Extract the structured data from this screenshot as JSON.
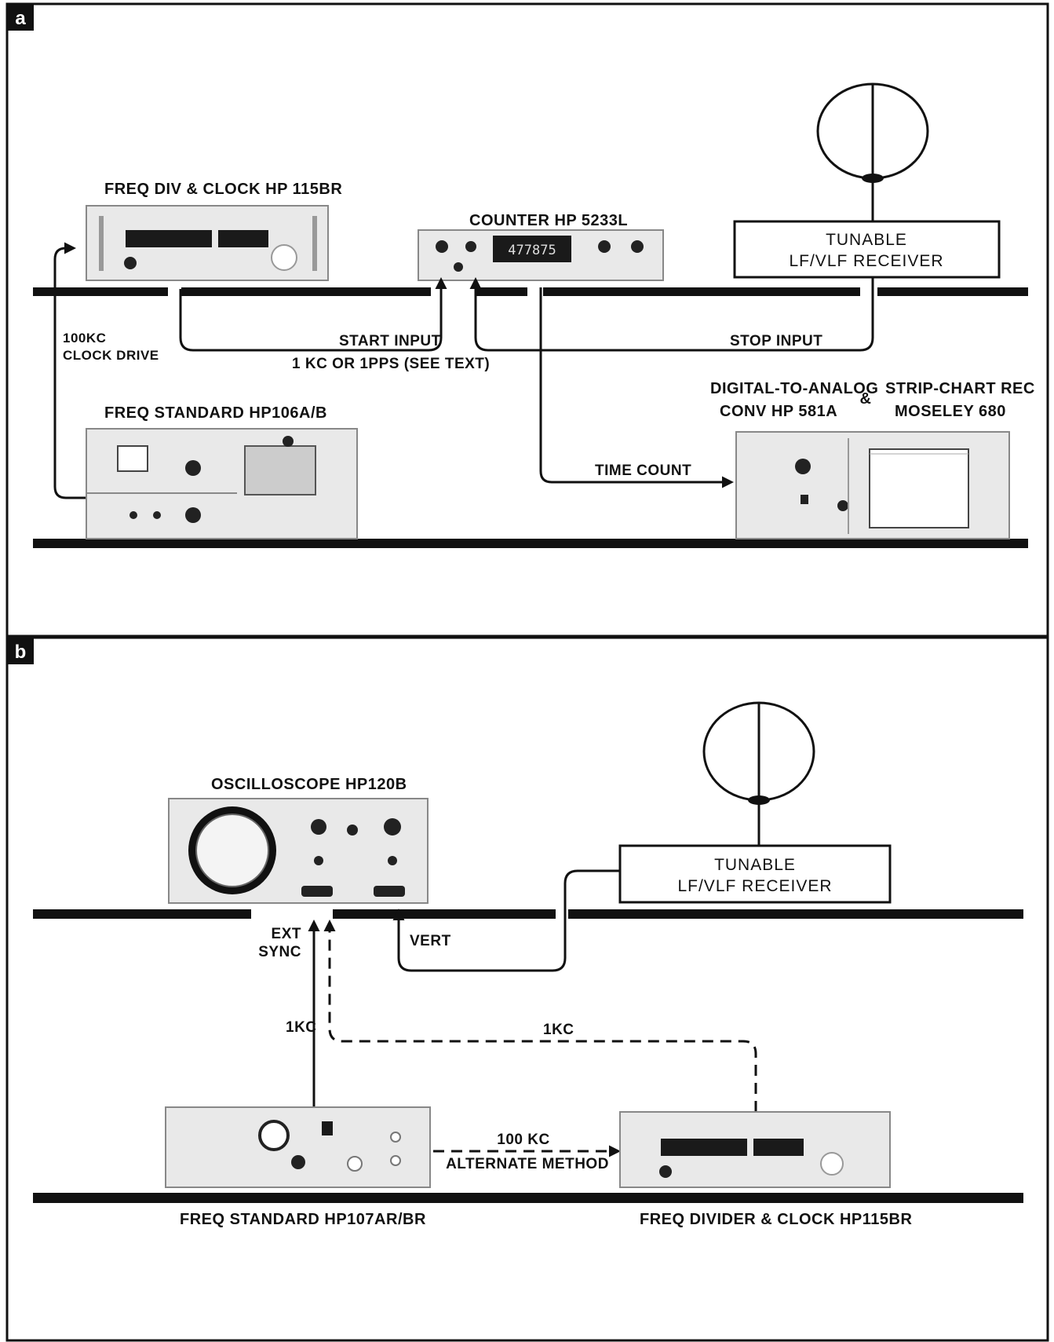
{
  "panel_a": {
    "tag": "a",
    "freq_div_clock": "FREQ DIV & CLOCK   HP 115BR",
    "counter": "COUNTER HP 5233L",
    "counter_display": "477875",
    "receiver_line1": "TUNABLE",
    "receiver_line2": "LF/VLF RECEIVER",
    "clock_drive_line1": "100KC",
    "clock_drive_line2": "CLOCK DRIVE",
    "start_input": "START INPUT",
    "start_input_note": "1 KC OR 1PPS (SEE TEXT)",
    "stop_input": "STOP INPUT",
    "freq_standard": "FREQ STANDARD   HP106A/B",
    "dac_line1": "DIGITAL-TO-ANALOG",
    "dac_line2": "CONV   HP 581A",
    "ampersand": "&",
    "recorder_line1": "STRIP-CHART REC",
    "recorder_line2": "MOSELEY 680",
    "time_count": "TIME COUNT"
  },
  "panel_b": {
    "tag": "b",
    "oscilloscope": "OSCILLOSCOPE   HP120B",
    "receiver_line1": "TUNABLE",
    "receiver_line2": "LF/VLF RECEIVER",
    "ext_sync_line1": "EXT",
    "ext_sync_line2": "SYNC",
    "vert": "VERT",
    "one_kc_solid": "1KC",
    "one_kc_dashed": "1KC",
    "hundred_kc": "100 KC",
    "alternate_method": "ALTERNATE METHOD",
    "freq_standard": "FREQ STANDARD   HP107AR/BR",
    "freq_divider_clock": "FREQ DIVIDER & CLOCK   HP115BR"
  }
}
